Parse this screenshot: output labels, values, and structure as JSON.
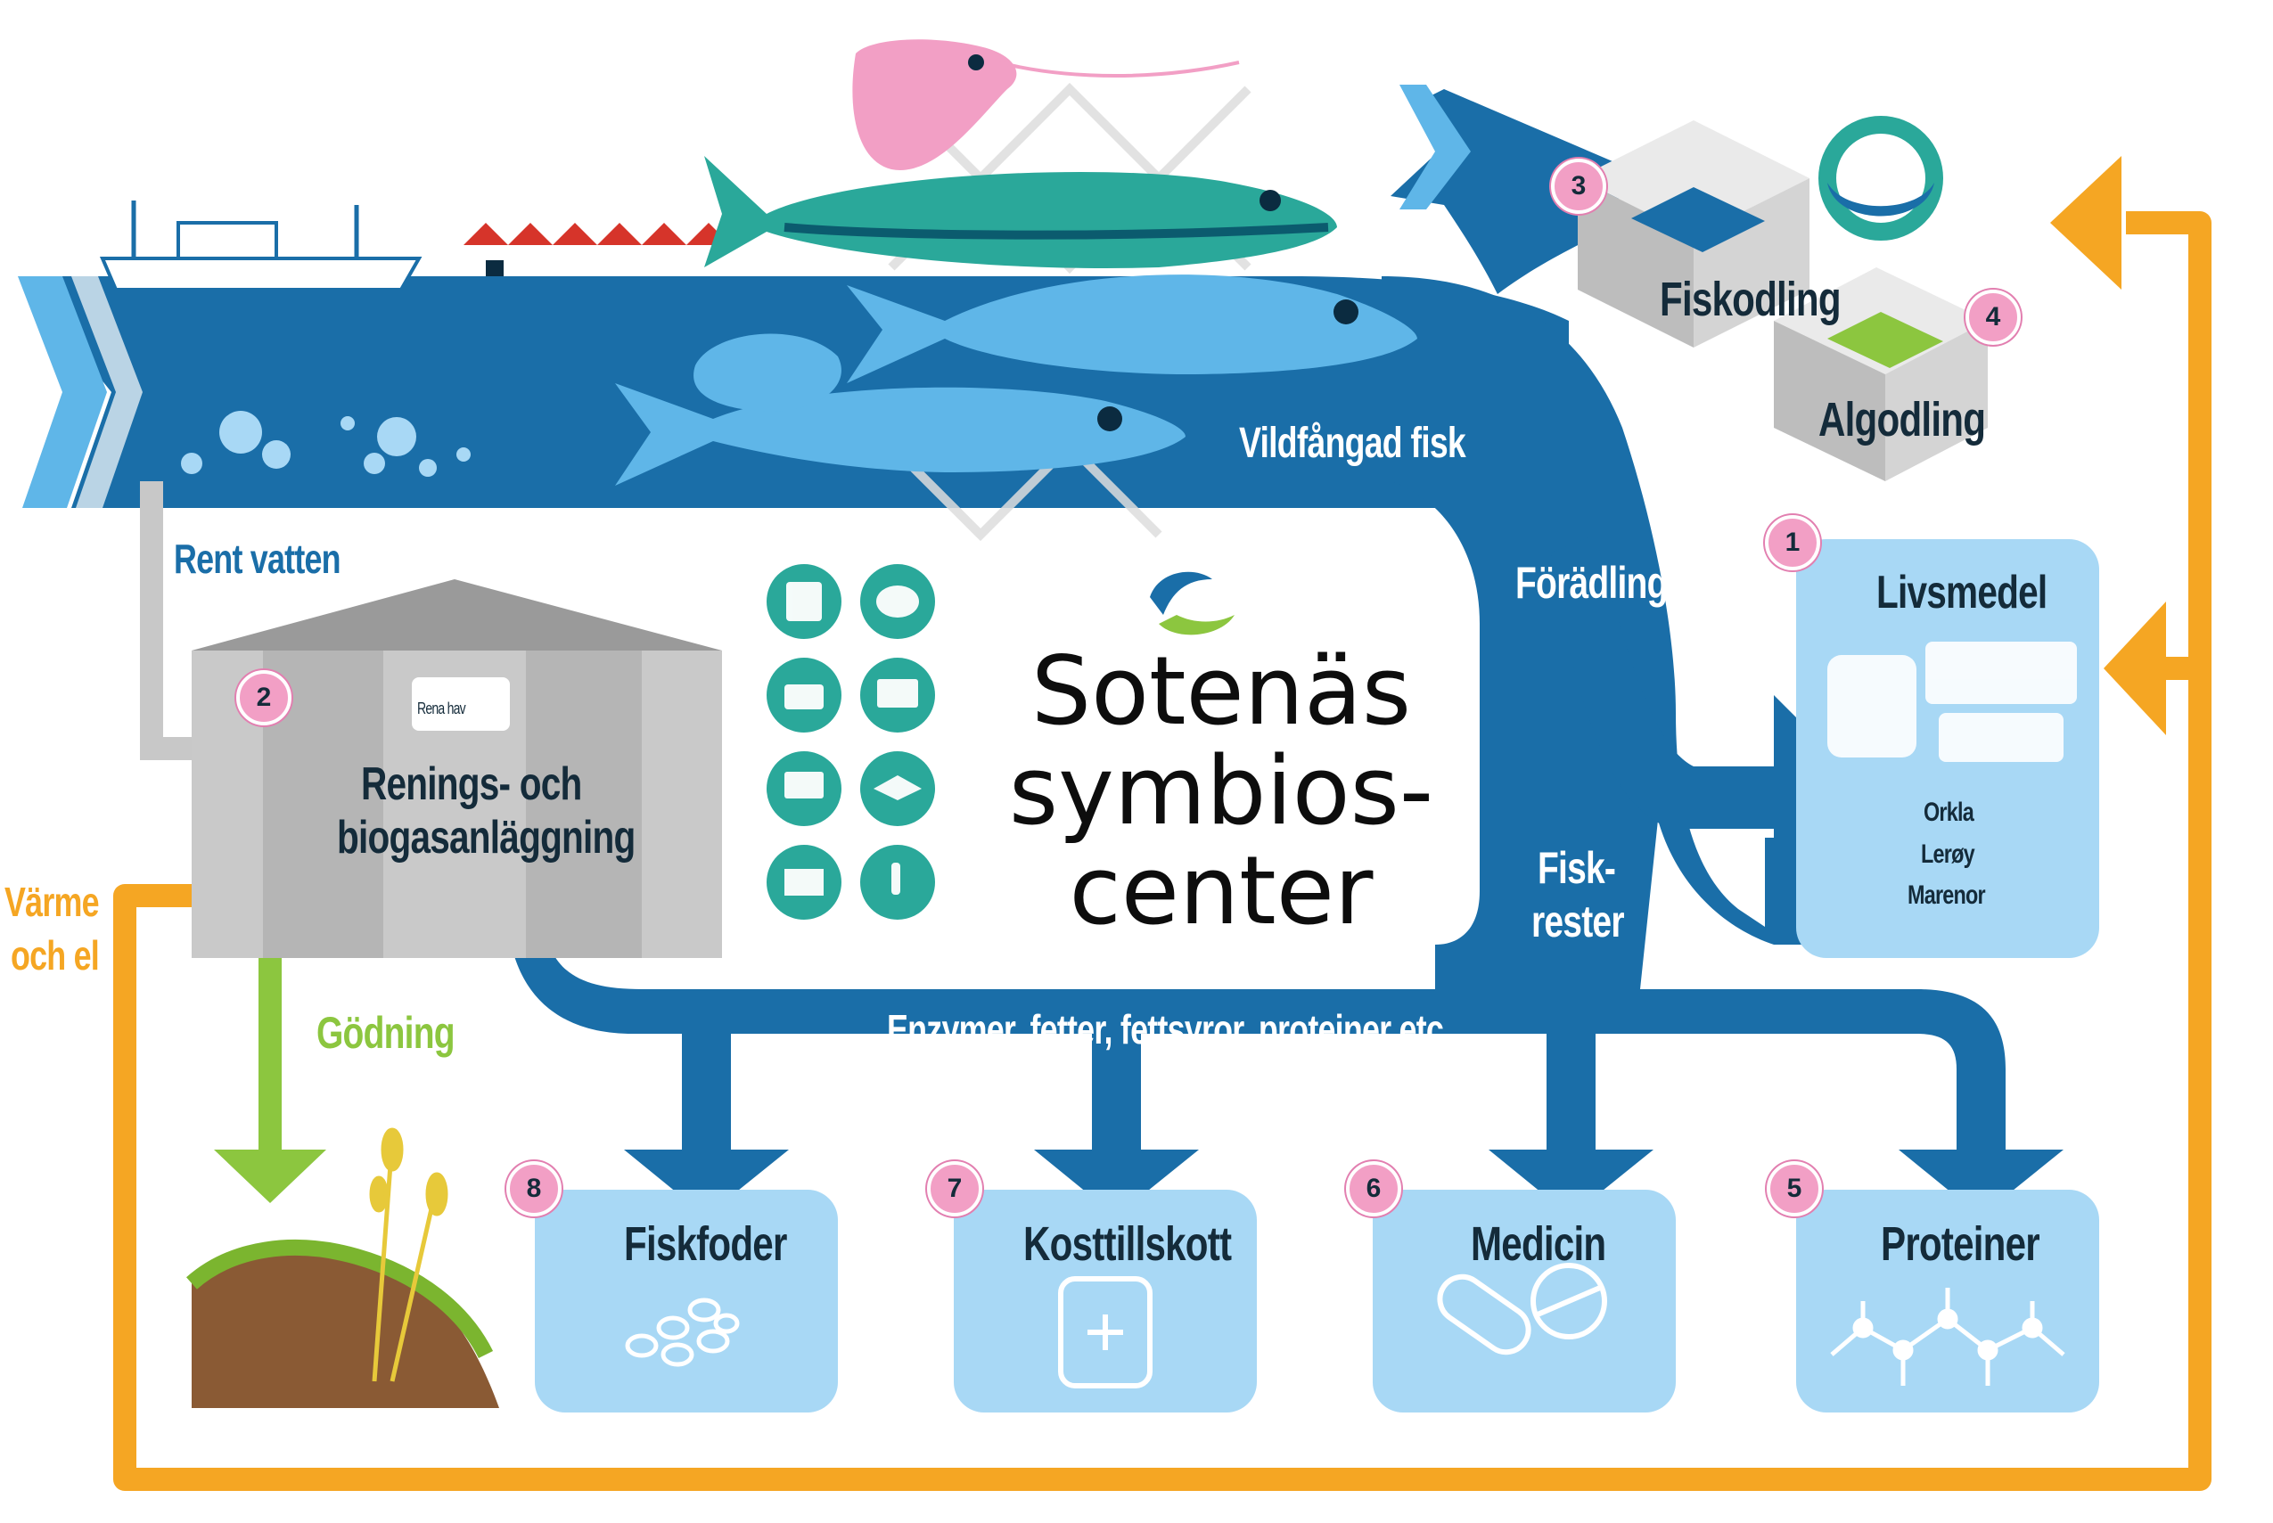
{
  "center": {
    "title_lines": [
      "Sotenäs",
      "symbios-",
      "center"
    ]
  },
  "flow_labels": {
    "wild_fish": "Vildfångad fisk",
    "clean_water": "Rent vatten",
    "refining": "Förädling",
    "fish_remains_1": "Fisk-",
    "fish_remains_2": "rester",
    "enzymes": "Enzymer, fetter, fettsyror, proteiner etc.",
    "fertilizer": "Gödning",
    "heat_1": "Värme",
    "heat_2": "och el"
  },
  "facility": {
    "number": "2",
    "logo_text": "Rena hav",
    "title_1": "Renings- och",
    "title_2": "biogasanläggning"
  },
  "farming": {
    "fish_number": "3",
    "fish_label": "Fiskodling",
    "algae_number": "4",
    "algae_label": "Algodling"
  },
  "food": {
    "number": "1",
    "title": "Livsmedel",
    "companies": [
      "Orkla",
      "Lerøy",
      "Marenor"
    ]
  },
  "products": [
    {
      "number": "8",
      "label": "Fiskfoder"
    },
    {
      "number": "7",
      "label": "Kosttillskott"
    },
    {
      "number": "6",
      "label": "Medicin"
    },
    {
      "number": "5",
      "label": "Proteiner"
    }
  ],
  "colors": {
    "flow_blue": "#1a6ea8",
    "box_blue": "#a8d8f5",
    "orange": "#f5a623",
    "green": "#8cc63f",
    "badge_pink": "#f29fc5"
  },
  "icons": [
    "calculator-icon",
    "brain-icon",
    "briefcase-icon",
    "monitor-icon",
    "presentation-icon",
    "graduation-cap-icon",
    "book-icon",
    "microscope-icon"
  ]
}
